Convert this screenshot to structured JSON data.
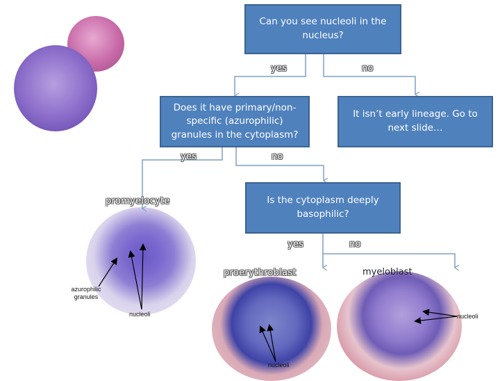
{
  "boxes": {
    "q1": "Can you see nucleoli in the nucleus?",
    "q2": "Does it have primary/non-specific (azurophilic) granules in the cytoplasm?",
    "q3": "It isn’t early lineage. Go to next slide…",
    "q4": "Is the cytoplasm deeply basophilic?"
  },
  "branches": {
    "q1_yes": "yes",
    "q1_no": "no",
    "q2_yes": "yes",
    "q2_no": "no",
    "q4_yes": "yes",
    "q4_no": "no"
  },
  "cells": {
    "promyelocyte": "promyelocyte",
    "proerythroblast": "proerythroblast",
    "myeloblast": "myeloblast"
  },
  "annotations": {
    "azurophilic": "azurophilic granules",
    "nucleoli_promyelocyte": "nucleoli",
    "nucleoli_proerythroblast": "nucleoli",
    "nucleoli_myeloblast": "nucleoli"
  },
  "colors": {
    "box_fill": "#4f81bd",
    "box_border": "#3a6390",
    "connector": "#7f9fc6"
  }
}
